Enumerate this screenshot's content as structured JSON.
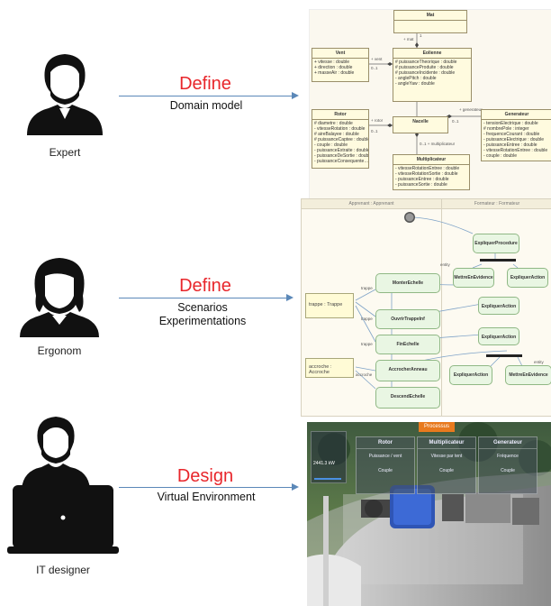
{
  "roles": [
    {
      "name": "Expert",
      "action": "Define",
      "subtitle": "Domain model"
    },
    {
      "name": "Ergonom",
      "action": "Define",
      "subtitle": "Scenarios\nExperimentations"
    },
    {
      "name": "IT designer",
      "action": "Design",
      "subtitle": "Virtual Environment"
    }
  ],
  "uml": {
    "classes": {
      "mat": {
        "name": "Mat",
        "attrs": []
      },
      "eolienne": {
        "name": "Eolienne",
        "attrs": [
          "# puissanceTheorique : double",
          "# puissanceProduite : double",
          "# puissanceIncidente : double",
          "- anglePitch : double",
          "- angleYaw : double"
        ]
      },
      "vent": {
        "name": "Vent",
        "attrs": [
          "+ vitesse : double",
          "+ direction : double",
          "+ masseAir : double"
        ]
      },
      "rotor": {
        "name": "Rotor",
        "attrs": [
          "# diametre : double",
          "- vitesseRotation : double",
          "# aireBalayee : double",
          "# puissanceCaptee : double",
          "- couple : double",
          "- puissanceExtraite : double",
          "- puissanceDeSortie : doub...",
          "- puissanceConsequente…"
        ]
      },
      "nacelle": {
        "name": "Nacelle",
        "attrs": []
      },
      "generateur": {
        "name": "Generateur",
        "attrs": [
          "- tensionElectrique : double",
          "# nombrePole : integer",
          "- frequenceCourant : double",
          "- puissanceElectrique : double",
          "- puissanceEntree : double",
          "- vitesseRotationEntree : double",
          "- couple : double"
        ]
      },
      "multiplicateur": {
        "name": "Multiplicateur",
        "attrs": [
          "- vitesseRotationEntree : double",
          "- vitesseRotationSortie : double",
          "- puissanceEntree : double",
          "- puissanceSortie : double"
        ]
      }
    },
    "assoc": {
      "mat": "+ mat",
      "vent": "+ vent",
      "rotor": "+ rotor",
      "generateur": "+ generateur",
      "multiplicateur": "0..1 + multiplicateur",
      "m1": "1",
      "m01": "0..1"
    }
  },
  "activity": {
    "lanes": [
      "Apprenant : Apprenant",
      "Formateur : Formateur"
    ],
    "nodes": {
      "expliquerProcedure": "ExpliquerProcedure",
      "mettreEnEvidence1": "MettreEnEvidence",
      "expliquerAction1": "ExpliquerAction",
      "monterEchelle": "MonterEchelle",
      "expliquerAction2": "ExpliquerAction",
      "ouvrirTrappe": "OuvrirTrappeInf",
      "expliquerAction3": "ExpliquerAction",
      "finEchelle": "FinEchelle",
      "accrocherAnneau": "AccrocherAnneau",
      "expliquerAction4": "ExpliquerAction",
      "mettreEnEvidence2": "MettreEnEvidence",
      "descendEchelle": "DescendEchelle"
    },
    "notes": {
      "trappe": "trappe : Trappe",
      "accroche": "accroche : Accroche"
    },
    "edge_labels": {
      "trappe": "trappe",
      "accroche": "accroche",
      "entity": "entity"
    }
  },
  "vr": {
    "badge": "Processus",
    "cards": [
      {
        "title": "Rotor",
        "line1": "Puissance / vent",
        "line2": "Couple"
      },
      {
        "title": "Multiplicateur",
        "line1": "Vitesse par tent",
        "line2": "Couple"
      },
      {
        "title": "Generateur",
        "line1": "Fréquence",
        "line2": "Couple"
      }
    ],
    "gauge_value": "2441.3 kW"
  },
  "colors": {
    "action": "#e8262b",
    "arrow": "#5b88b8"
  }
}
